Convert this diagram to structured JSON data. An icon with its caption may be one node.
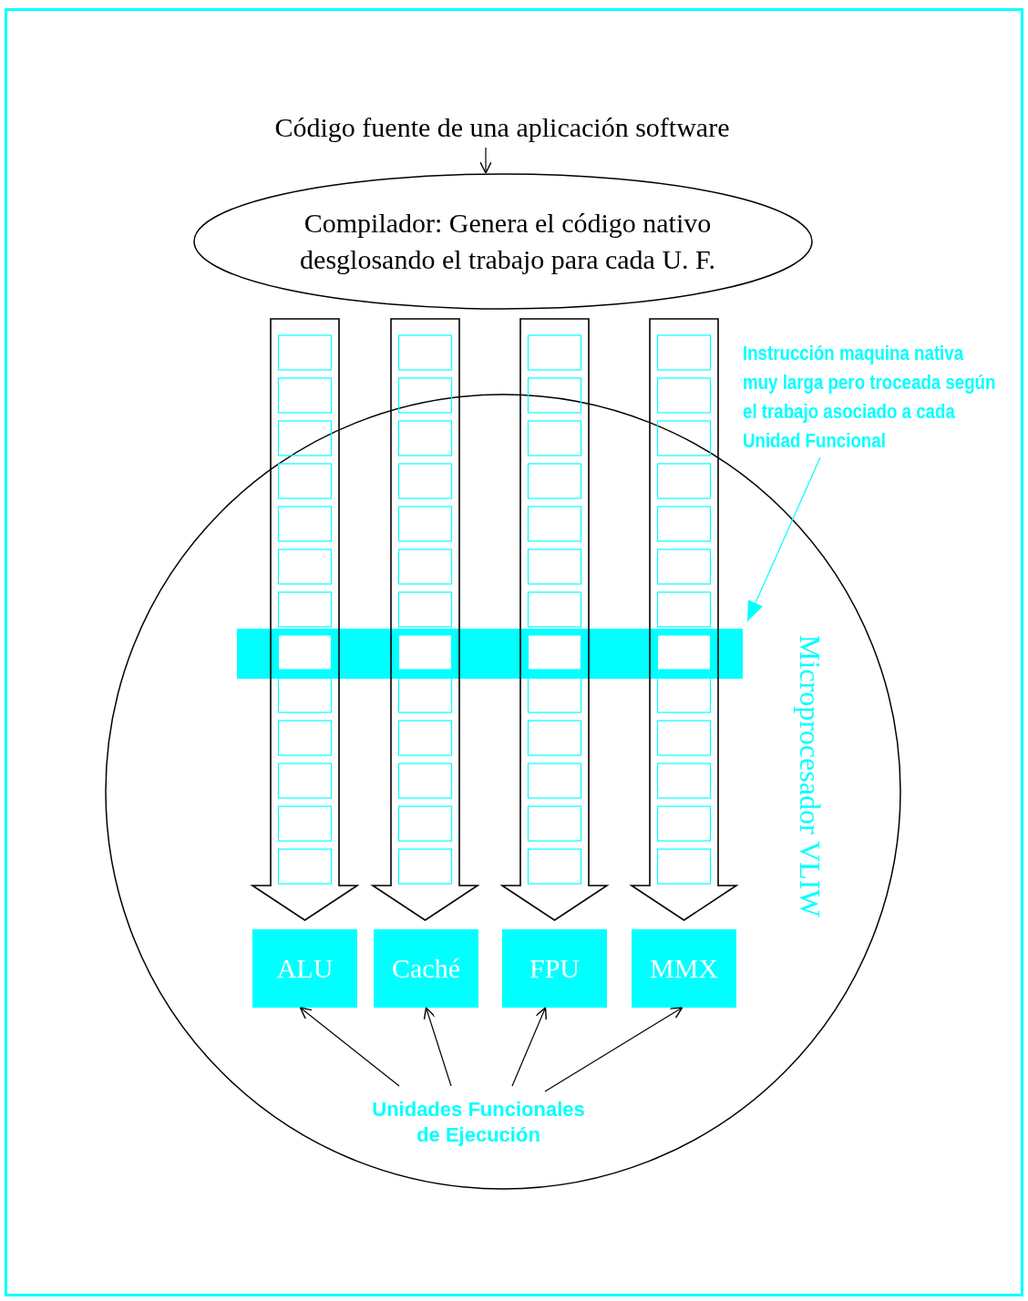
{
  "diagram": {
    "nodes": [
      {
        "text": [
          "Código fuente de una aplicación software"
        ]
      },
      {
        "text": [
          "Compilador: Genera el código nativo desglosando el trabajo para cada U. F."
        ]
      },
      {
        "text": [
          "Microprocesador VLIW"
        ]
      },
      {
        "text": [
          "Instrucción maquina nativa muy larga pero troceada según el trabajo asociado a cada Unidad Funcional"
        ]
      },
      {
        "text": [],
        "shape": "bar",
        "in": 2
      },
      {
        "text": [
          "ALU"
        ],
        "in": 2
      },
      {
        "text": [
          "Caché"
        ],
        "in": 2
      },
      {
        "text": [
          "FPU"
        ],
        "in": 2
      },
      {
        "text": [
          "MMX"
        ],
        "in": 2
      },
      {
        "text": [
          "Unidades Funcionales de Ejecución"
        ],
        "in": 2
      }
    ],
    "edges": [
      {
        "from": 0,
        "to": 1,
        "arrow": "to"
      },
      {
        "from": 1,
        "to": 5,
        "arrow": "to",
        "style": "thick"
      },
      {
        "from": 1,
        "to": 6,
        "arrow": "to",
        "style": "thick"
      },
      {
        "from": 1,
        "to": 7,
        "arrow": "to",
        "style": "thick"
      },
      {
        "from": 1,
        "to": 8,
        "arrow": "to",
        "style": "thick"
      },
      {
        "from": 3,
        "to": 4,
        "arrow": "to",
        "color": "#00ffff"
      },
      {
        "from": 9,
        "to": 5,
        "arrow": "to"
      },
      {
        "from": 9,
        "to": 6,
        "arrow": "to"
      },
      {
        "from": 9,
        "to": 7,
        "arrow": "to"
      },
      {
        "from": 9,
        "to": 8,
        "arrow": "to"
      }
    ]
  }
}
